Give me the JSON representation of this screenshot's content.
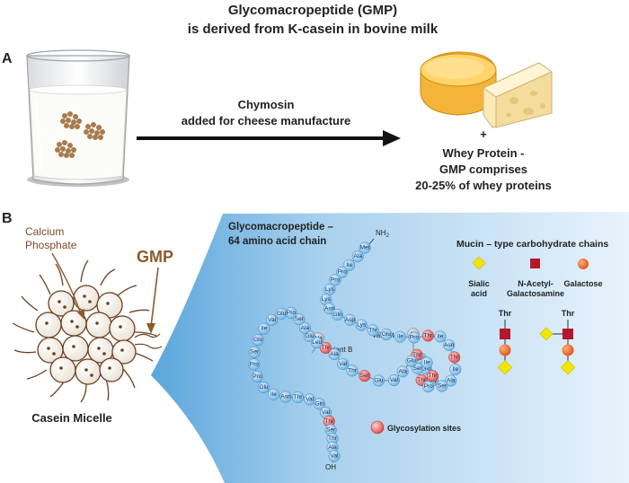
{
  "title": {
    "line1": "Glycomacropeptide (GMP)",
    "line2": "is derived from K-casein in bovine milk"
  },
  "panel_a": {
    "label": "A",
    "arrow_text_line1": "Chymosin",
    "arrow_text_line2": "added for cheese manufacture",
    "plus": "+",
    "result_line1": "Whey Protein -",
    "result_line2": "GMP comprises",
    "result_line3": "20-25% of whey proteins"
  },
  "panel_b": {
    "label": "B",
    "calcium_line1": "Calcium",
    "calcium_line2": "Phosphate",
    "gmp_label": "GMP",
    "micelle_label": "Casein Micelle",
    "chain_title_line1": "Glycomacropeptide –",
    "chain_title_line2": "64 amino acid chain",
    "n_terminus": "NH",
    "n_terminus_sub": "2",
    "c_terminus": "OH",
    "variant_top": "Variant B",
    "variant_mid": "Variant B",
    "glyco_legend": "Glycosylation sites",
    "sequence": [
      "Met",
      "Ala",
      "Ile",
      "Pro",
      "Pro",
      "Lys",
      "Lys",
      "Asn",
      "Gln",
      "Asp",
      "Lys",
      "Thr",
      "Glu",
      "Ile",
      "Pro",
      "Thr",
      "Ile",
      "Asn",
      "Thr",
      "Ile",
      "Ala",
      "Ser",
      "Gly",
      "Glu",
      "Pro",
      "Thr",
      "Ser",
      "Thr",
      "Pro",
      "Thr",
      "Ile",
      "Glu",
      "Ala",
      "Val",
      "Glu",
      "Ser",
      "Thr",
      "Val",
      "Ala",
      "Thr",
      "Leu",
      "Glu",
      "Ala",
      "Ser",
      "Pro",
      "Glu",
      "Val",
      "Ile",
      "Glu",
      "Ser",
      "Pro",
      "Pro",
      "Glu",
      "Ile",
      "Asn",
      "Thr",
      "Val",
      "Gln",
      "Val",
      "Thr",
      "Ser",
      "Thr",
      "Ala",
      "Val"
    ],
    "glycosylation_positions": [
      16,
      19,
      26,
      28,
      30,
      36,
      40,
      60
    ],
    "variant_a_residue": "Ala",
    "variant_b_residue": "Ile",
    "mucin_title": "Mucin – type carbohydrate chains",
    "sialic_line1": "Sialic",
    "sialic_line2": "acid",
    "galnac_line1": "N-Acetyl-",
    "galnac_line2": "Galactosamine",
    "galactose": "Galactose",
    "thr_left": "Thr",
    "thr_right": "Thr",
    "colors": {
      "sialic_acid": "#f2e600",
      "galnac": "#b5172b",
      "galactose": "#e85c1c",
      "residue": "#8ec8ec",
      "glyco_residue": "#ef6e6e",
      "variant_residue": "#c9c9c9",
      "micelle": "#7a4a28",
      "gmp": "#8c5a2c"
    }
  }
}
